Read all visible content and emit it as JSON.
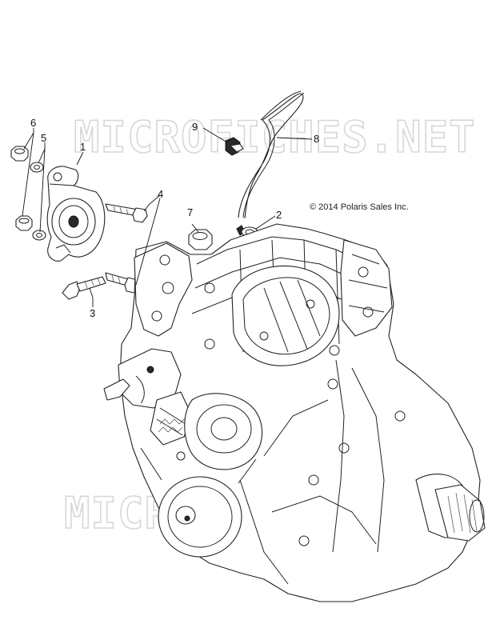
{
  "watermark": "MICROFICHES.NET",
  "copyright": "© 2014 Polaris Sales Inc.",
  "callouts": {
    "c1": "1",
    "c2": "2",
    "c3": "3",
    "c4": "4",
    "c5": "5",
    "c6": "6",
    "c7": "7",
    "c8": "8",
    "c9": "9"
  }
}
